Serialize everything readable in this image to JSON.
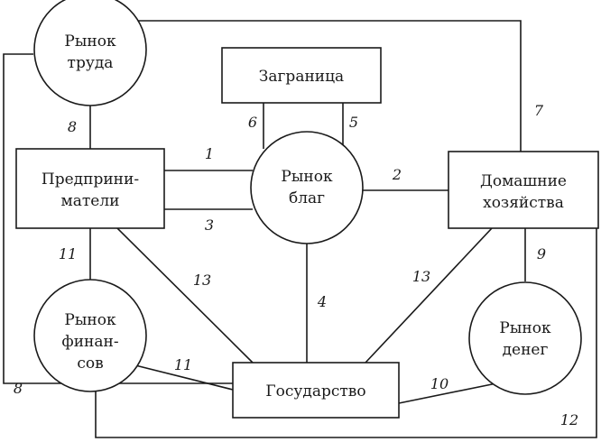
{
  "nodes": {
    "labor_market": {
      "line1": "Рынок",
      "line2": "труда"
    },
    "abroad": {
      "label": "Заграница"
    },
    "entrepreneurs": {
      "line1": "Предприни-",
      "line2": "матели"
    },
    "goods_market": {
      "line1": "Рынок",
      "line2": "благ"
    },
    "households": {
      "line1": "Домашние",
      "line2": "хозяйства"
    },
    "finance_market": {
      "line1": "Рынок",
      "line2": "финан-",
      "line3": "сов"
    },
    "money_market": {
      "line1": "Рынок",
      "line2": "денег"
    },
    "state": {
      "label": "Государство"
    }
  },
  "flow_labels": {
    "ent_goods_top": "1",
    "goods_house": "2",
    "ent_goods_bottom": "3",
    "goods_state": "4",
    "abroad_right": "5",
    "abroad_left": "6",
    "labor_house": "7",
    "labor_ent": "8",
    "labor_state_outer": "8",
    "house_money": "9",
    "money_state": "10",
    "ent_finance": "11",
    "finance_state": "11",
    "finance_house_outer": "12",
    "ent_state": "13",
    "house_state": "13"
  }
}
